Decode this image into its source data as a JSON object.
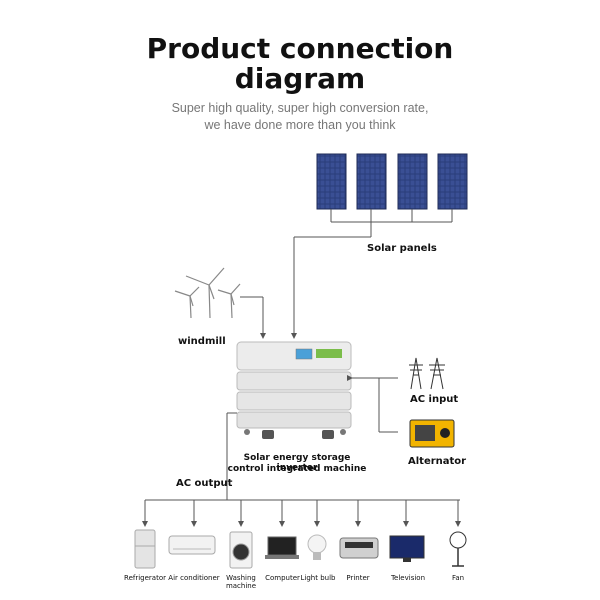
{
  "header": {
    "title_line1": "Product connection",
    "title_line2": "diagram",
    "subtitle_line1": "Super high quality, super high conversion rate,",
    "subtitle_line2": "we have done more than you think"
  },
  "labels": {
    "solar_panels": "Solar panels",
    "windmill": "windmill",
    "ac_input": "AC input",
    "alternator": "Alternator",
    "machine_line1": "Solar energy storage inverter",
    "machine_line2": "control integrated machine",
    "ac_output": "AC output"
  },
  "appliances": [
    {
      "label": "Refrigerator"
    },
    {
      "label": "Air conditioner"
    },
    {
      "label": "Washing machine"
    },
    {
      "label": "Computer"
    },
    {
      "label": "Light bulb"
    },
    {
      "label": "Printer"
    },
    {
      "label": "Television"
    },
    {
      "label": "Fan"
    }
  ],
  "colors": {
    "panel": "#2a3d7a",
    "line": "#555555",
    "machine": "#e8e8e8",
    "alternator": "#f2b400"
  }
}
